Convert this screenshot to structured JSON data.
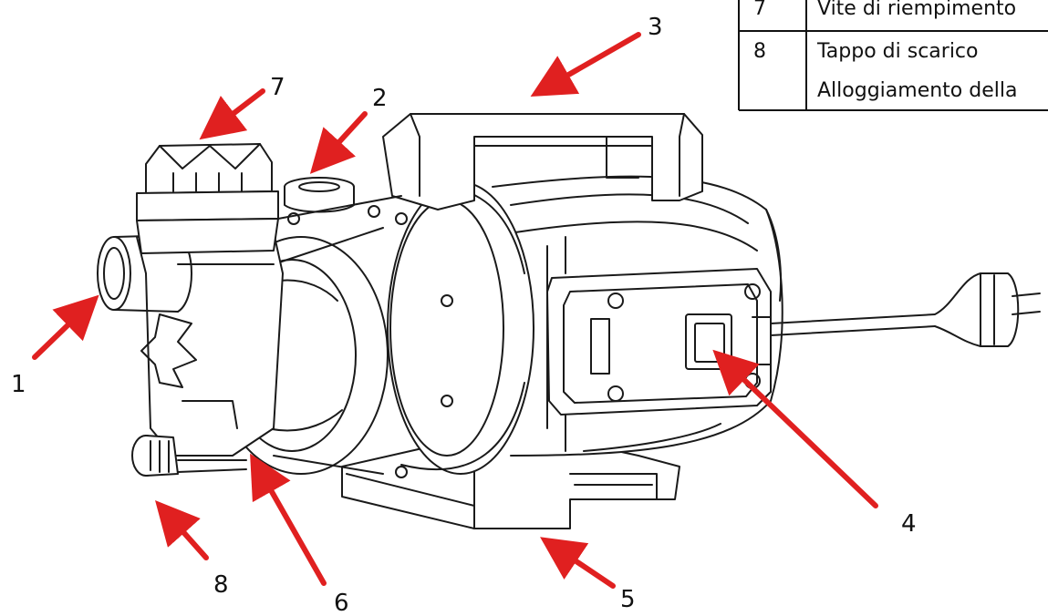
{
  "diagram": {
    "colors": {
      "line": "#1a1a1a",
      "arrow": "#e02020",
      "background": "#ffffff"
    },
    "callouts": [
      {
        "id": "1",
        "label": "1"
      },
      {
        "id": "2",
        "label": "2"
      },
      {
        "id": "3",
        "label": "3"
      },
      {
        "id": "4",
        "label": "4"
      },
      {
        "id": "5",
        "label": "5"
      },
      {
        "id": "6",
        "label": "6"
      },
      {
        "id": "7",
        "label": "7"
      },
      {
        "id": "8",
        "label": "8"
      }
    ]
  },
  "legend_table": {
    "rows": [
      {
        "num": "7",
        "text": "Vite di riempimento"
      },
      {
        "num": "8",
        "text": "Tappo di scarico"
      },
      {
        "num": "",
        "text": "Alloggiamento della"
      }
    ]
  }
}
